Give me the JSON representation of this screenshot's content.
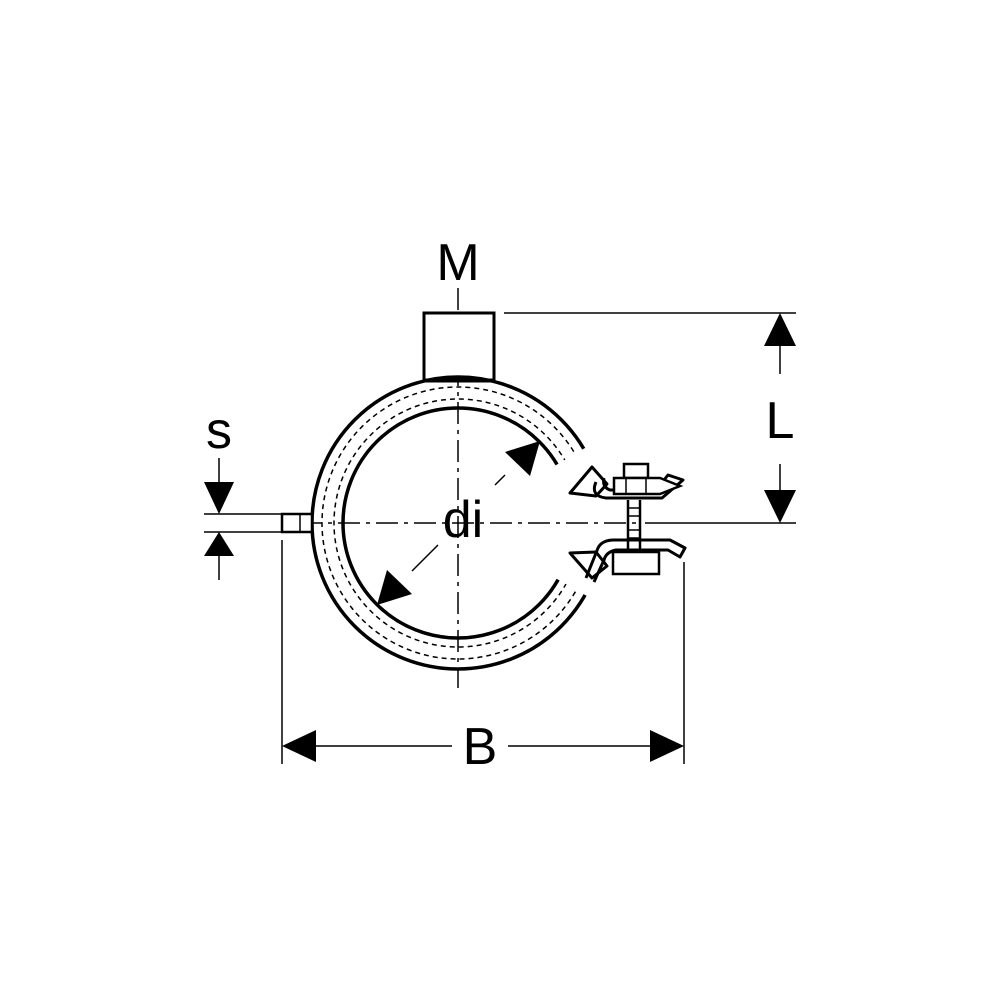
{
  "labels": {
    "thread": "M",
    "length": "L",
    "inner_diameter": "di",
    "thickness": "s",
    "width": "B"
  },
  "colors": {
    "stroke": "#000000",
    "background": "#ffffff"
  }
}
